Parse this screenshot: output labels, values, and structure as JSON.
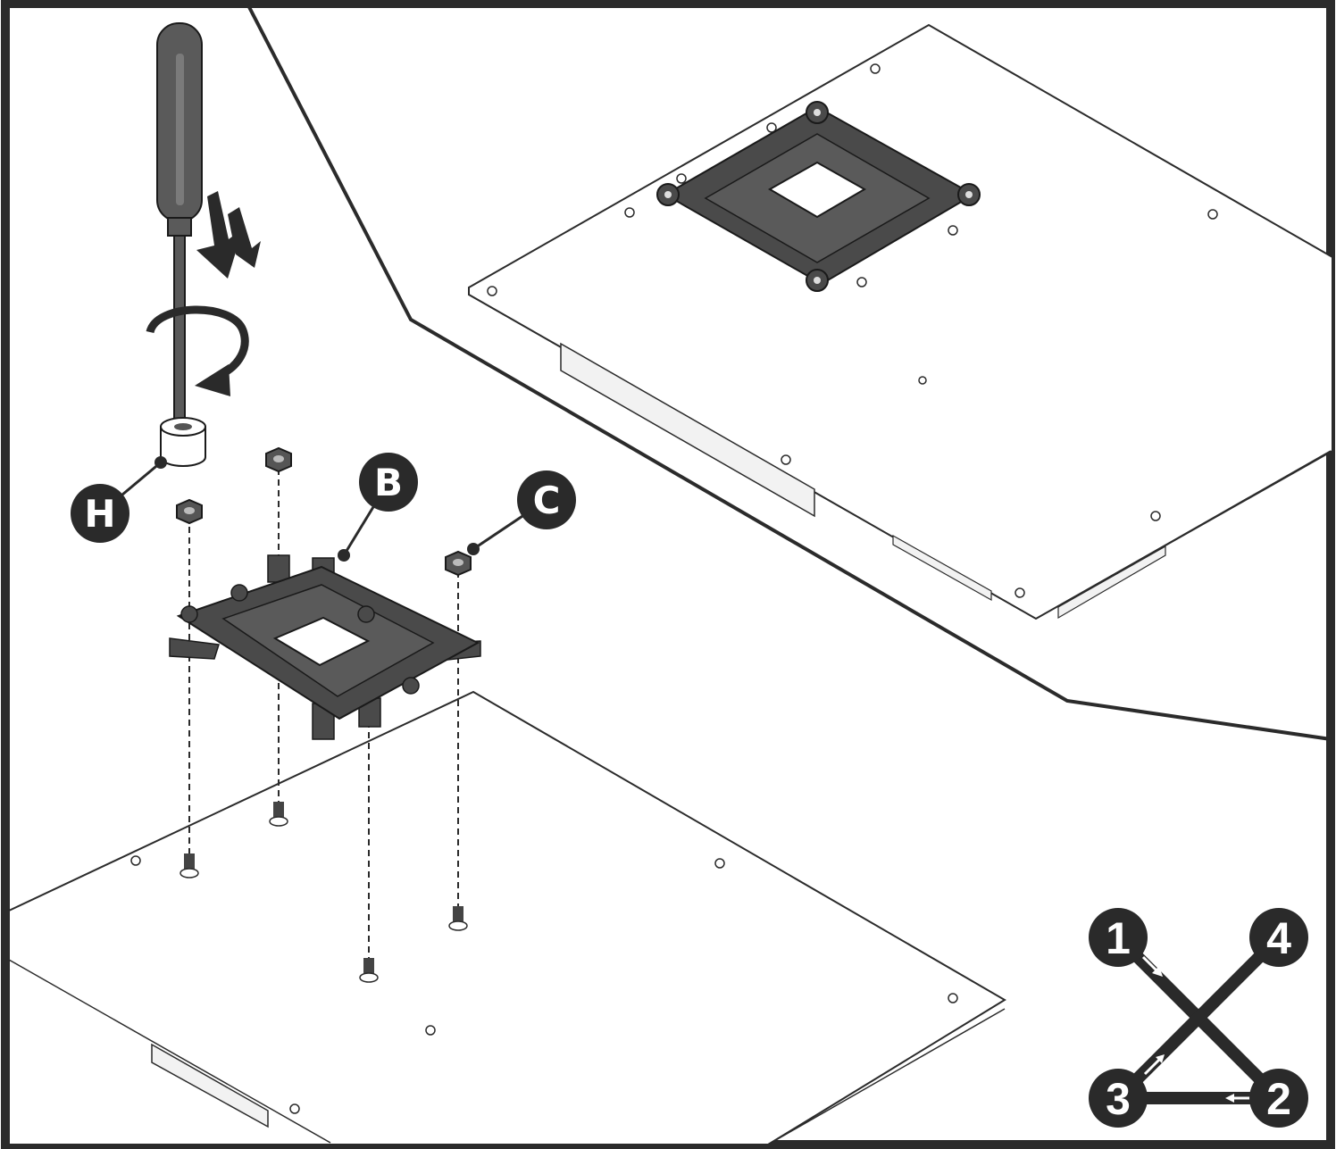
{
  "callouts": {
    "H": "H",
    "B": "B",
    "C": "C"
  },
  "sequence": {
    "step1": "1",
    "step2": "2",
    "step3": "3",
    "step4": "4"
  },
  "colors": {
    "frame": "#2b2b2b",
    "bracket": "#4a4a4a",
    "bracket_outline": "#1a1a1a",
    "handle": "#5a5a5a",
    "callout": "#2a2a2a",
    "board": "#ffffff"
  }
}
